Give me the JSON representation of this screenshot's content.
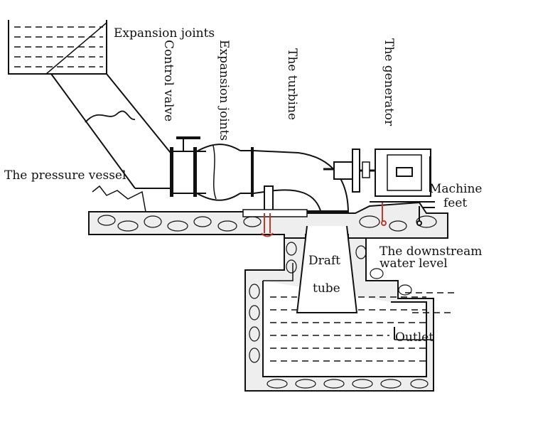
{
  "labels": {
    "expansion_joints_top": "Expansion joints",
    "control_valve": "Control valve",
    "expansion_joints_vertical": "Expansion joints",
    "the_turbine": "The turbine",
    "the_generator": "The generator",
    "pressure_vessel": "The pressure vessel",
    "machine": "Machine",
    "feet": "feet",
    "downstream_line1": "The downstream",
    "downstream_line2": "water level",
    "draft": "Draft",
    "tube": "tube",
    "outlet": "Outlet"
  },
  "colors": {
    "line": "#111111",
    "stone_fill": "#eeeeee",
    "anchor_red": "#c0392b",
    "background": "#ffffff"
  }
}
